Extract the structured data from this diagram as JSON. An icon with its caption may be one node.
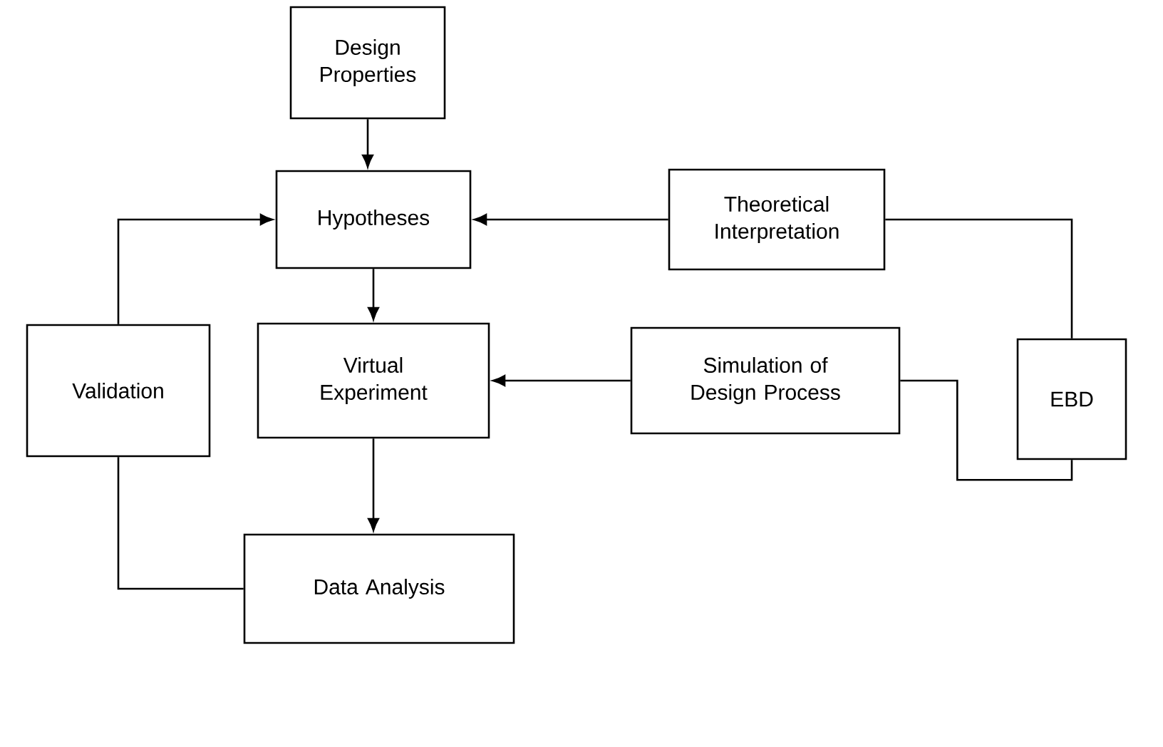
{
  "diagram": {
    "nodes": [
      {
        "text": [
          "Design Properties"
        ]
      },
      {
        "text": [
          "Hypotheses"
        ]
      },
      {
        "text": [
          "Theoretical Interpretation"
        ]
      },
      {
        "text": [
          "EBD"
        ]
      },
      {
        "text": [
          "Validation"
        ]
      },
      {
        "text": [
          "Virtual Experiment"
        ]
      },
      {
        "text": [
          "Simulation of Design Process"
        ]
      },
      {
        "text": [
          "Data Analysis"
        ]
      }
    ],
    "edges": [
      {
        "from": 0,
        "to": 1,
        "arrow": "to"
      },
      {
        "from": 2,
        "to": 1,
        "arrow": "to"
      },
      {
        "from": 3,
        "to": 2,
        "arrow": "none"
      },
      {
        "from": 3,
        "to": 6,
        "arrow": "none"
      },
      {
        "from": 4,
        "to": 1,
        "arrow": "to"
      },
      {
        "from": 1,
        "to": 5,
        "arrow": "to"
      },
      {
        "from": 6,
        "to": 5,
        "arrow": "to"
      },
      {
        "from": 5,
        "to": 7,
        "arrow": "to"
      },
      {
        "from": 7,
        "to": 4,
        "arrow": "none"
      }
    ]
  }
}
